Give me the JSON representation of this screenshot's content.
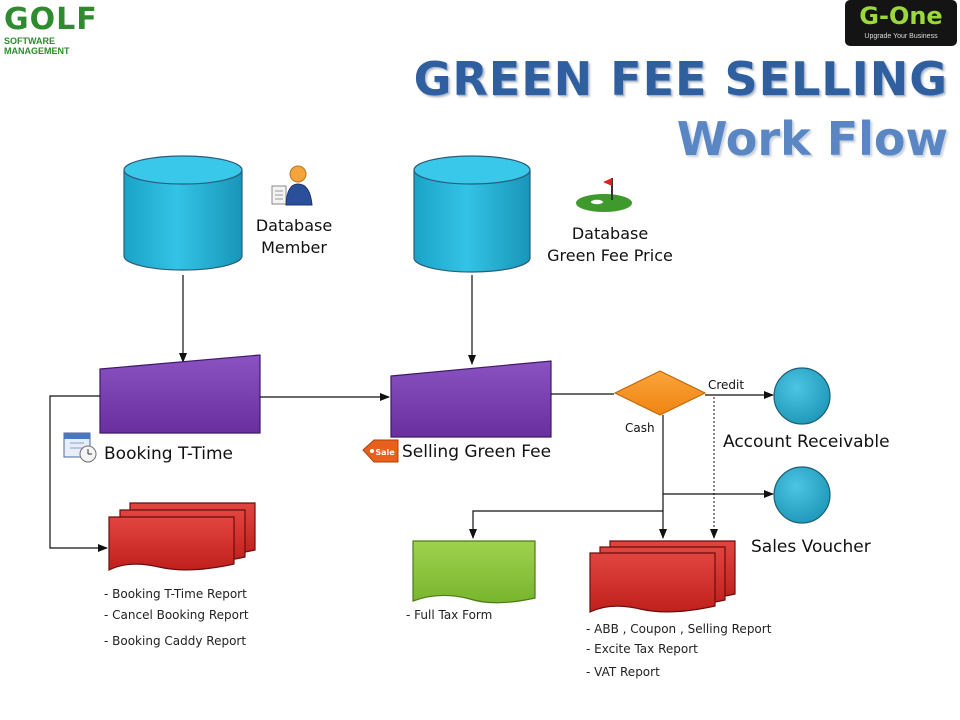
{
  "logo_left": {
    "word": "GOLF",
    "subtitle": "SOFTWARE MANAGEMENT"
  },
  "logo_right": {
    "word": "G-One",
    "subtitle": "Upgrade Your Business"
  },
  "title": {
    "line1": "GREEN FEE SELLING",
    "line2": "Work Flow"
  },
  "databases": {
    "member": {
      "line1": "Database",
      "line2": "Member",
      "icon": "member-card-icon"
    },
    "price": {
      "line1": "Database",
      "line2": "Green Fee Price",
      "icon": "golf-flag-icon"
    }
  },
  "processes": {
    "booking": {
      "label": "Booking T-Time",
      "icon": "calendar-clock-icon"
    },
    "selling": {
      "label": "Selling Green Fee",
      "icon": "sale-tag-icon",
      "tag_text": "Sale"
    }
  },
  "decision": {
    "credit_label": "Credit",
    "cash_label": "Cash"
  },
  "terminals": {
    "account_receivable": "Account Receivable",
    "sales_voucher": "Sales Voucher"
  },
  "reports": {
    "booking": [
      "- Booking  T-Time Report",
      "- Cancel Booking  Report",
      "- Booking  Caddy Report"
    ],
    "tax_form": [
      "- Full Tax Form"
    ],
    "selling": [
      "- ABB  , Coupon  , Selling Report",
      "- Excite Tax Report",
      "- VAT Report"
    ]
  },
  "colors": {
    "database": "#29b6d9",
    "process": "#7a3fb0",
    "decision": "#f7941d",
    "terminal": "#27a9c9",
    "report_red": "#d9302c",
    "tax_green": "#8cc63f",
    "title_dark": "#2f5f9e",
    "title_light": "#5a87c4"
  }
}
